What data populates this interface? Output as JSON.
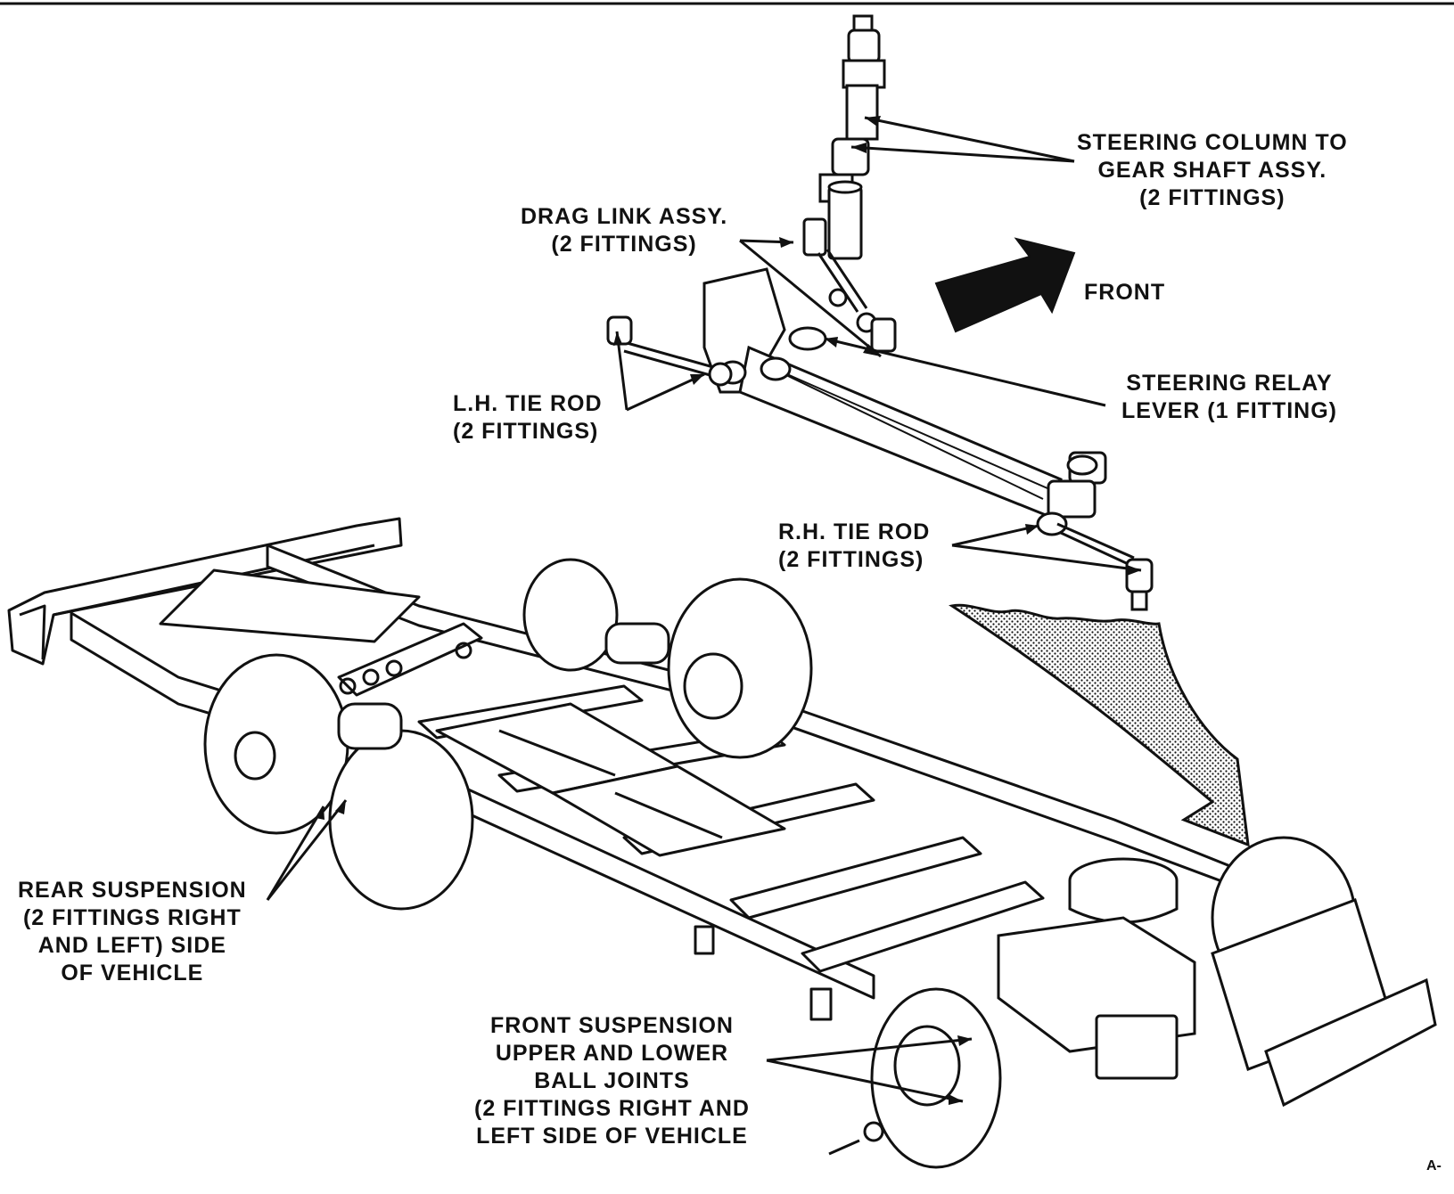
{
  "labels": {
    "steering_column": [
      "STEERING COLUMN TO",
      "GEAR SHAFT ASSY.",
      "(2 FITTINGS)"
    ],
    "drag_link": [
      "DRAG LINK ASSY.",
      "(2 FITTINGS)"
    ],
    "front": "FRONT",
    "lh_tie_rod": [
      "L.H. TIE ROD",
      "(2 FITTINGS)"
    ],
    "steering_relay": [
      "STEERING RELAY",
      "LEVER (1 FITTING)"
    ],
    "rh_tie_rod": [
      "R.H. TIE ROD",
      "(2 FITTINGS)"
    ],
    "rear_suspension": [
      "REAR SUSPENSION",
      "(2 FITTINGS RIGHT",
      "AND LEFT) SIDE",
      "OF VEHICLE"
    ],
    "front_suspension": [
      "FRONT SUSPENSION",
      "UPPER AND LOWER",
      "BALL JOINTS",
      "(2 FITTINGS RIGHT AND",
      "LEFT SIDE OF VEHICLE"
    ]
  },
  "figure_ref": "A-"
}
